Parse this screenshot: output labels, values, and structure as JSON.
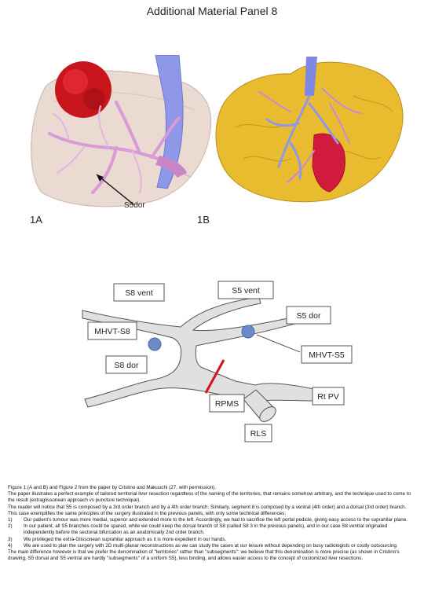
{
  "page": {
    "title": "Additional Material Panel 8"
  },
  "figure1": {
    "label_1a": "1A",
    "label_1b": "1B",
    "annotation_s5dor": "S5dor"
  },
  "diagram": {
    "labels": {
      "s8_vent": "S8 vent",
      "s5_vent": "S5 vent",
      "s5_dor": "S5 dor",
      "mhvt_s8": "MHVT-S8",
      "mhvt_s5": "MHVT-S5",
      "s8_dor": "S8 dor",
      "rpms": "RPMS",
      "rt_pv": "Rt PV",
      "rls": "RLS"
    },
    "colors": {
      "vessel": "#e0e0e0",
      "dots": "#6a8ac8",
      "cut_line": "#d0141a"
    }
  },
  "caption": {
    "paragraphs": [
      "Figure 1 (A and B) and Figure 2 from the paper by Cristino and Makuuchi (27, with permission).",
      "The paper illustrates a perfect example of tailored territorial liver resection regardless of the naming of the territories, that remains somehow arbitrary, and the technique used to come to the result (extraglissonean approach vs puncture technique).",
      "The reader will notice that S5 is composed by a 3rd order branch and by a 4th order branch. Similarly, segment 8 is composed by a ventral (4th order) and a dorsal (3rd order) branch.",
      "This case exemplifies the same principles of the surgery illustrated in the previous panels, with only some technical differences:"
    ],
    "list": [
      {
        "num": "1)",
        "text": "Our patient's tumour was more medial, superior and extended more to the left. Accordingly, we had to sacrifice the left portal pedicle, giving easy access to the suprahilar plane."
      },
      {
        "num": "2)",
        "text": "In our patient, all S5 branches could be spared, while we could keep the dorsal branch of S8 (called S8 3 in the previous panels), and in our case S8 ventral originated independently before the sectorial bifurcation as an anatomically 2nd order branch."
      },
      {
        "num": "3)",
        "text": "We privileged the extra-Glissonean suprahilar approach as it is more expedient in our hands."
      },
      {
        "num": "4)",
        "text": "We are used to plan the surgery with 2D multi-planar reconstructions as we can study the cases at our leisure without depending on busy radiologists or costly outsourcing."
      }
    ],
    "closing": "The main difference however is that we prefer the denomination of \"territories\" rather than \"subsegments\": we believe that this denomination is more precise (as shown in Cristino's drawing, S5 dorsal and S5 ventral are hardly \"subsegments\" of a uniform S5), less binding, and allows easier access to the concept of customized liver resections."
  }
}
